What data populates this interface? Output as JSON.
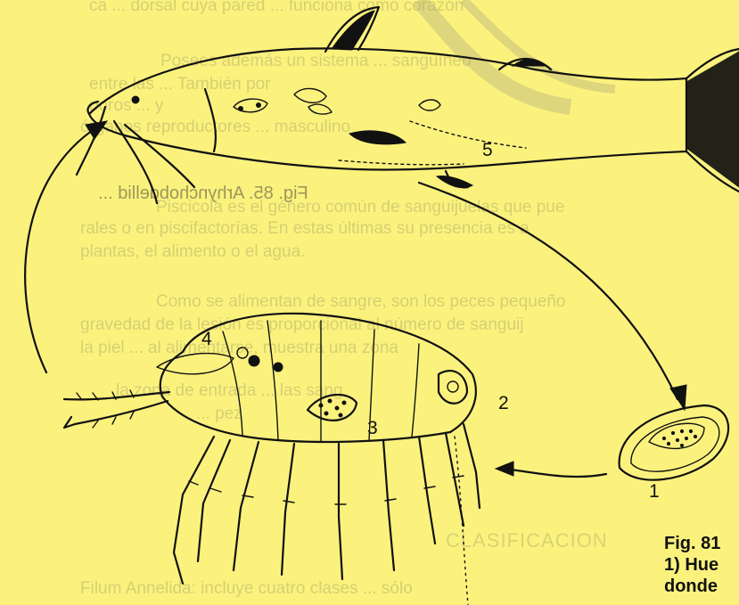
{
  "background_color": "#fbf27e",
  "ink_color": "#111111",
  "bleed_through_text": [
    "ca ... dorsal cuya pared ... funciona como corazón",
    "Posees además un sistema ... sanguíneo",
    "entre las ... También por",
    "poros ... y",
    "órganos reproductores ... masculino",
    "Piscicola es el género común de sanguijuelas que pue",
    "rales o en piscifactorías. En estas últimas su presencia es a",
    "plantas, el alimento o el agua.",
    "Como se alimentan de sangre, son los peces pequeño",
    "gravedad de la lesión es proporcional al número de sanguij",
    "la piel ... al alimentarse, muestra una zona",
    "la zona de entrada ... las sang",
    "... pez",
    "CLASIFICACION",
    "Filum Annelida: incluye cuatro clases ... sólo"
  ],
  "mirrored_text": "Fig. 85. Arhynchobdellid ...",
  "figure": {
    "labels": [
      "1",
      "2",
      "3",
      "4",
      "5"
    ],
    "caption_fragments": [
      "Fig. 81",
      "1) Hue",
      "donde"
    ]
  }
}
